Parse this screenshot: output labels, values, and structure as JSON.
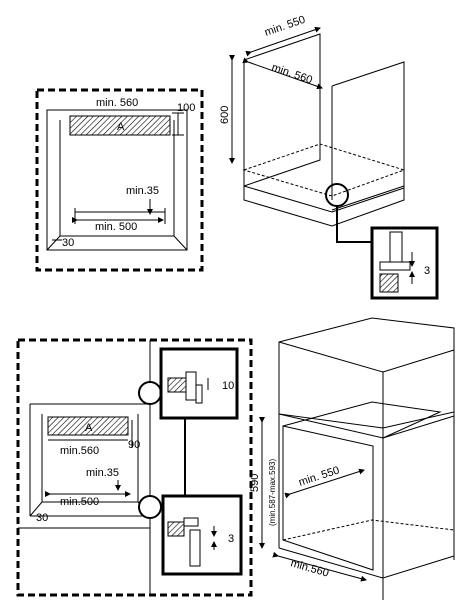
{
  "top_panel": {
    "front_view": {
      "width_label": "min. 560",
      "height_label": "100",
      "vent_label": "A",
      "floor_gap_label": "min.35",
      "floor_width_label": "min. 500",
      "side_label": "30"
    },
    "cabinet": {
      "depth_label": "min. 550",
      "inner_width_label": "min. 560",
      "height_label": "600"
    },
    "detail": {
      "gap_label": "3"
    }
  },
  "bottom_panel": {
    "front_view": {
      "width_label": "min.560",
      "height_label": "90",
      "vent_label": "A",
      "floor_gap_label": "min.35",
      "floor_width_label": "min.500",
      "side_label": "30"
    },
    "detail_top": {
      "gap_label": "10"
    },
    "detail_bottom": {
      "gap_label": "3"
    },
    "cabinet": {
      "height_label": "590",
      "height_range_label": "(min.587-max.593)",
      "depth_label": "min. 550",
      "width_label": "min.560"
    }
  }
}
